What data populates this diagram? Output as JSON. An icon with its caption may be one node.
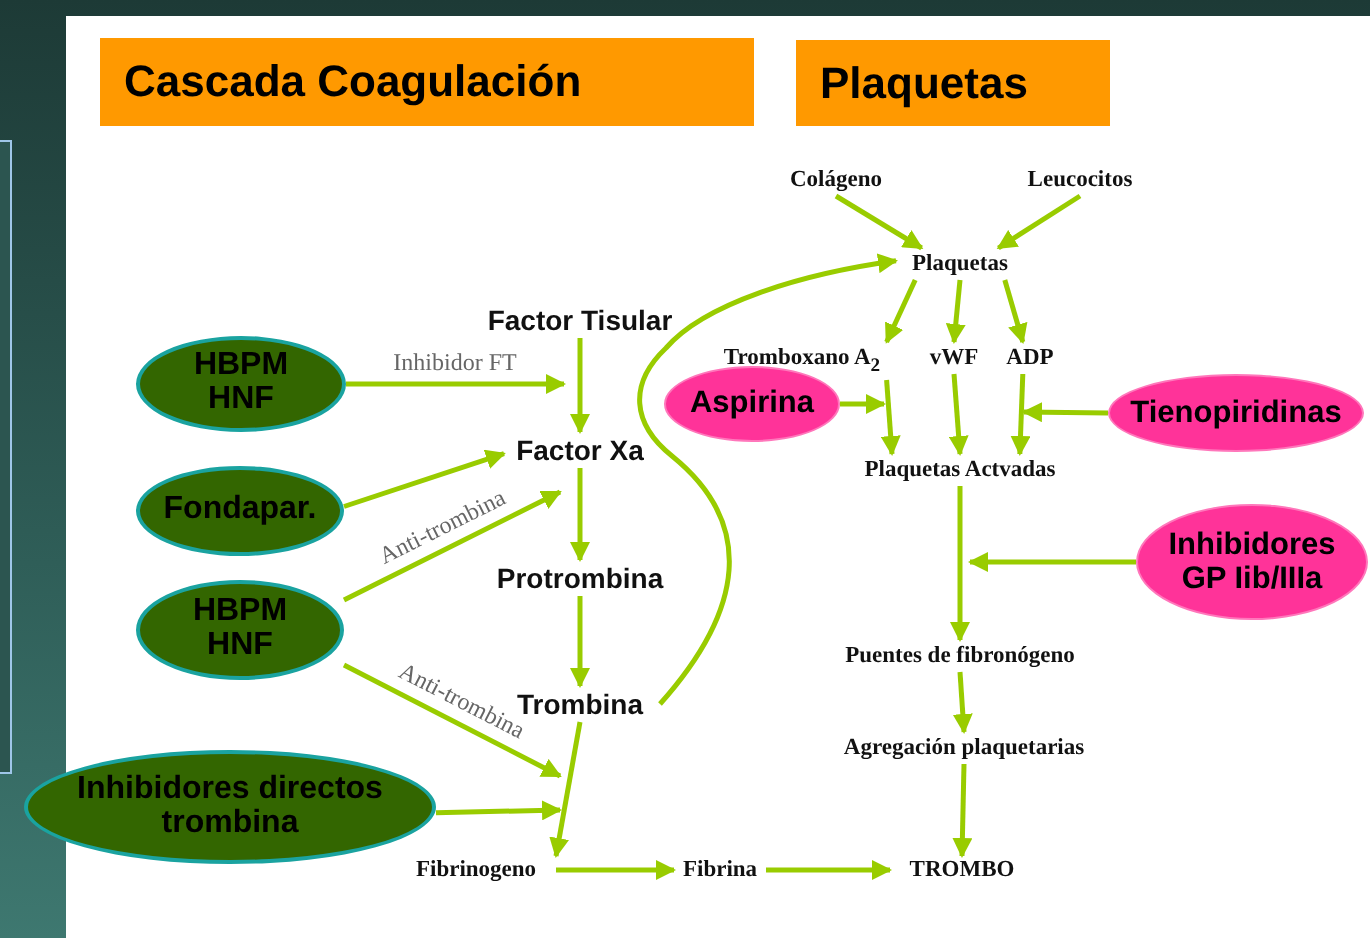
{
  "diagram": {
    "nodes": [
      {
        "text": [
          "Cascada Coagulación"
        ]
      },
      {
        "text": [
          "Plaquetas"
        ]
      },
      {
        "text": [
          "Colágeno"
        ]
      },
      {
        "text": [
          "Leucocitos"
        ]
      },
      {
        "text": [
          "Plaquetas"
        ]
      },
      {
        "text": [
          "Factor Tisular"
        ]
      },
      {
        "text": [
          "Tromboxano A$_{2}$"
        ]
      },
      {
        "text": [
          "vWF"
        ]
      },
      {
        "text": [
          "ADP"
        ]
      },
      {
        "text": [
          "HBPM HNF"
        ]
      },
      {
        "text": [
          "Aspirina"
        ]
      },
      {
        "text": [
          "Tienopiridinas"
        ]
      },
      {
        "text": [
          "Factor Xa"
        ]
      },
      {
        "text": [
          "Fondapar."
        ]
      },
      {
        "text": [
          "Plaquetas Actvadas"
        ]
      },
      {
        "text": [
          "HBPM HNF"
        ]
      },
      {
        "text": [
          "Inhibidores GP Iib/IIIa"
        ]
      },
      {
        "text": [
          "Protrombina"
        ]
      },
      {
        "text": [
          "Puentes de fibronógeno"
        ]
      },
      {
        "text": [
          "Trombina"
        ]
      },
      {
        "text": [
          "Agregación plaquetarias"
        ]
      },
      {
        "text": [
          "Inhibidores directos trombina"
        ]
      },
      {
        "text": [
          "Fibrinogeno"
        ]
      },
      {
        "text": [
          "Fibrina"
        ]
      },
      {
        "text": [
          "TROMBO"
        ]
      }
    ],
    "edges": [
      {
        "from": 2,
        "to": 4,
        "arrow": "to"
      },
      {
        "from": 3,
        "to": 4,
        "arrow": "to"
      },
      {
        "from": 19,
        "to": 4,
        "arrow": "to"
      },
      {
        "from": 4,
        "to": 6,
        "arrow": "to"
      },
      {
        "from": 4,
        "to": 7,
        "arrow": "to"
      },
      {
        "from": 4,
        "to": 8,
        "arrow": "to"
      },
      {
        "from": 6,
        "to": 14,
        "arrow": "to"
      },
      {
        "from": 7,
        "to": 14,
        "arrow": "to"
      },
      {
        "from": 8,
        "to": 14,
        "arrow": "to"
      },
      {
        "from": 10,
        "to": 6,
        "arrow": "to"
      },
      {
        "from": 11,
        "to": 8,
        "arrow": "to"
      },
      {
        "from": 14,
        "to": 18,
        "arrow": "to"
      },
      {
        "from": 16,
        "to": null,
        "arrow": "to"
      },
      {
        "from": 18,
        "to": 20,
        "arrow": "to"
      },
      {
        "from": 20,
        "to": 24,
        "arrow": "to"
      },
      {
        "from": 5,
        "to": 12,
        "arrow": "to"
      },
      {
        "from": 9,
        "to": 12,
        "arrow": "to",
        "label": "Inhibidor FT"
      },
      {
        "from": 13,
        "to": 12,
        "arrow": "to"
      },
      {
        "from": 15,
        "to": 12,
        "arrow": "to",
        "label": "Anti-trombina"
      },
      {
        "from": 15,
        "to": 19,
        "arrow": "to",
        "label": "Anti-trombina"
      },
      {
        "from": 21,
        "to": 22,
        "arrow": "to"
      },
      {
        "from": 12,
        "to": 17,
        "arrow": "to"
      },
      {
        "from": 17,
        "to": 19,
        "arrow": "to"
      },
      {
        "from": 19,
        "to": 22,
        "arrow": "to"
      },
      {
        "from": 22,
        "to": 23,
        "arrow": "to"
      },
      {
        "from": 23,
        "to": 24,
        "arrow": "to"
      }
    ]
  }
}
